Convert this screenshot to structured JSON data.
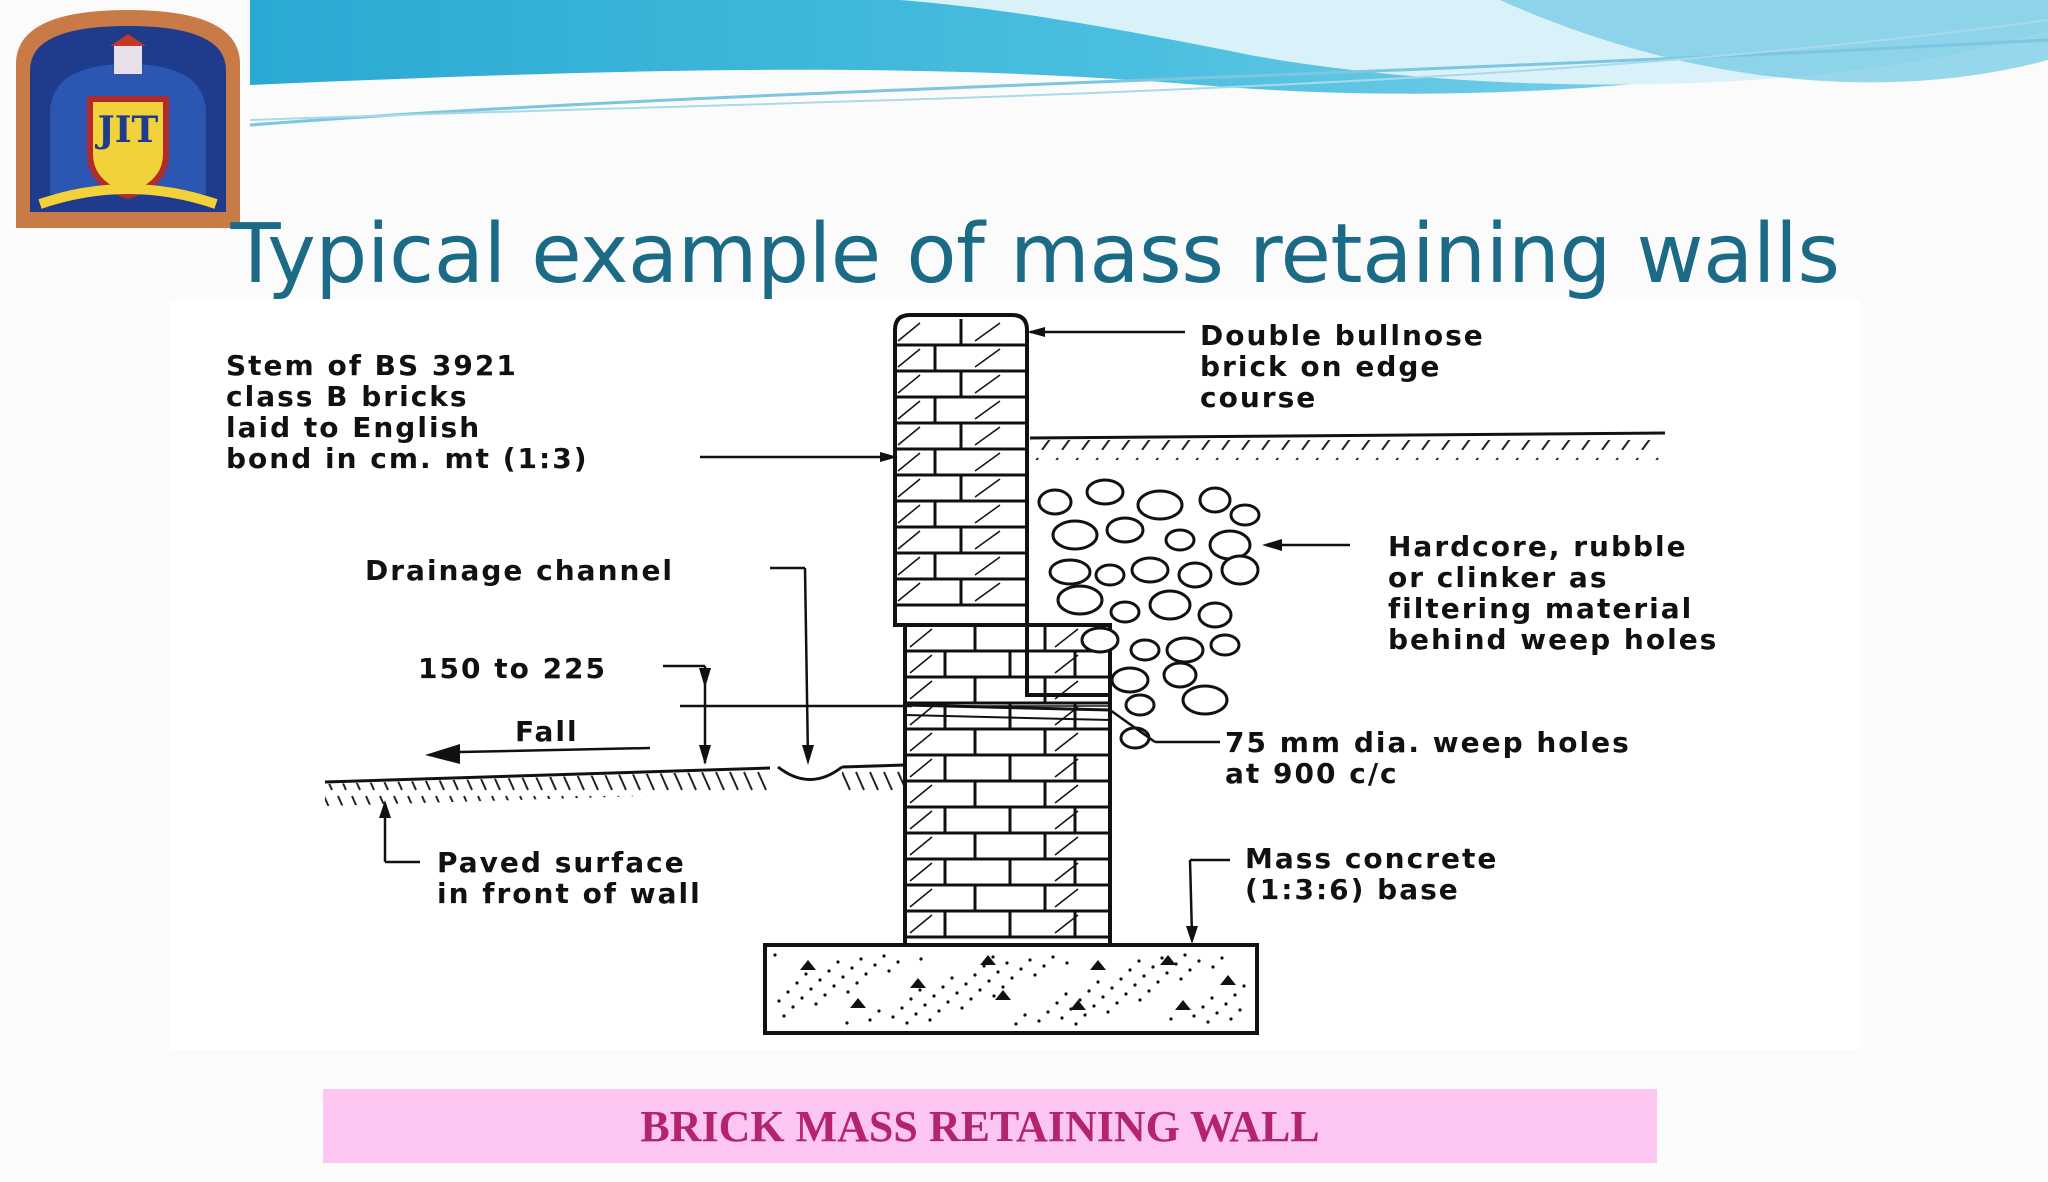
{
  "slide": {
    "title": "Typical example of mass retaining walls",
    "caption": "BRICK MASS RETAINING WALL",
    "logo": {
      "icon": "jit-college-crest",
      "text": "JIT"
    },
    "colors": {
      "title": "#1b6b87",
      "caption_text": "#b3246f",
      "caption_bg": "#fcc6f1",
      "wave": "#2aa9d2"
    }
  },
  "diagram": {
    "labels": {
      "stem": [
        "Stem of BS 3921",
        "class B bricks",
        "laid to English",
        "bond in cm. mt (1:3)"
      ],
      "bullnose": [
        "Double bullnose",
        "brick on edge",
        "course"
      ],
      "hardcore": [
        "Hardcore, rubble",
        "or clinker as",
        "filtering material",
        "behind weep holes"
      ],
      "drainage": "Drainage channel",
      "depth": "150 to 225",
      "fall": "Fall",
      "weep": [
        "75 mm dia. weep holes",
        "at 900 c/c"
      ],
      "paved": [
        "Paved surface",
        "in front of wall"
      ],
      "base": [
        "Mass concrete",
        "(1:3:6) base"
      ]
    }
  }
}
